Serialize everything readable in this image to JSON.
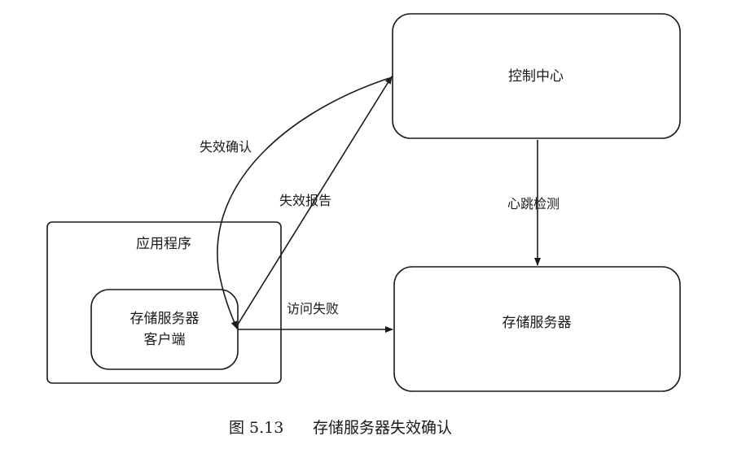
{
  "diagram": {
    "nodes": {
      "control_center": "控制中心",
      "application": "应用程序",
      "client_line1": "存储服务器",
      "client_line2": "客户端",
      "storage_server": "存储服务器"
    },
    "edges": {
      "failure_confirm": "失效确认",
      "failure_report": "失效报告",
      "heartbeat": "心跳检测",
      "access_fail": "访问失败"
    },
    "caption": {
      "number": "图 5.13",
      "text": "存储服务器失效确认"
    }
  }
}
